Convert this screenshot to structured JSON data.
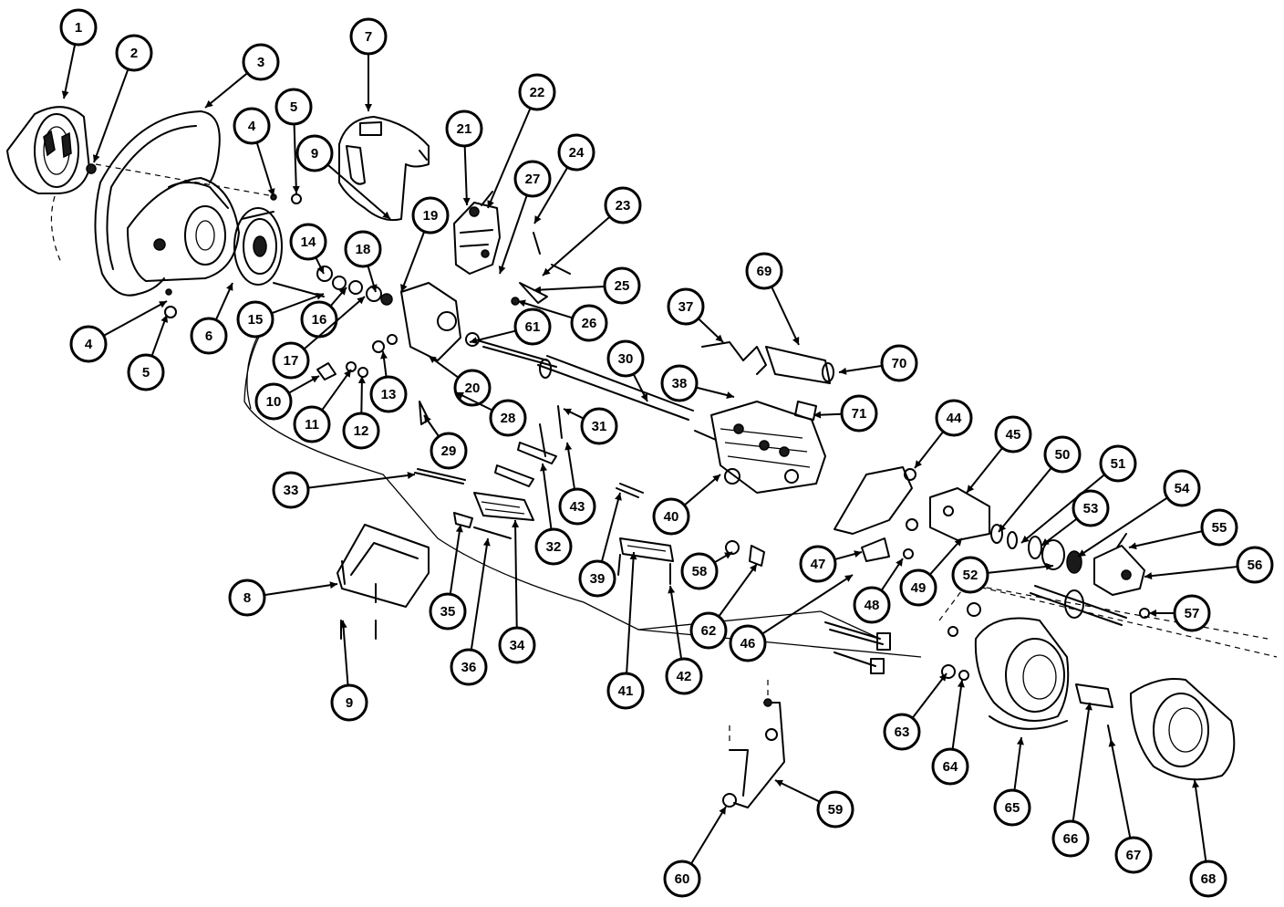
{
  "callouts": [
    {
      "label": "1"
    },
    {
      "label": "2"
    },
    {
      "label": "3"
    },
    {
      "label": "4"
    },
    {
      "label": "5"
    },
    {
      "label": "7"
    },
    {
      "label": "9"
    },
    {
      "label": "21"
    },
    {
      "label": "22"
    },
    {
      "label": "27"
    },
    {
      "label": "24"
    },
    {
      "label": "23"
    },
    {
      "label": "19"
    },
    {
      "label": "18"
    },
    {
      "label": "14"
    },
    {
      "label": "25"
    },
    {
      "label": "69"
    },
    {
      "label": "37"
    },
    {
      "label": "15"
    },
    {
      "label": "16"
    },
    {
      "label": "61"
    },
    {
      "label": "26"
    },
    {
      "label": "4"
    },
    {
      "label": "6"
    },
    {
      "label": "5"
    },
    {
      "label": "17"
    },
    {
      "label": "30"
    },
    {
      "label": "70"
    },
    {
      "label": "38"
    },
    {
      "label": "10"
    },
    {
      "label": "13"
    },
    {
      "label": "20"
    },
    {
      "label": "11"
    },
    {
      "label": "12"
    },
    {
      "label": "28"
    },
    {
      "label": "31"
    },
    {
      "label": "71"
    },
    {
      "label": "29"
    },
    {
      "label": "44"
    },
    {
      "label": "45"
    },
    {
      "label": "50"
    },
    {
      "label": "51"
    },
    {
      "label": "33"
    },
    {
      "label": "43"
    },
    {
      "label": "54"
    },
    {
      "label": "40"
    },
    {
      "label": "53"
    },
    {
      "label": "55"
    },
    {
      "label": "32"
    },
    {
      "label": "47"
    },
    {
      "label": "58"
    },
    {
      "label": "39"
    },
    {
      "label": "52"
    },
    {
      "label": "56"
    },
    {
      "label": "8"
    },
    {
      "label": "48"
    },
    {
      "label": "49"
    },
    {
      "label": "35"
    },
    {
      "label": "57"
    },
    {
      "label": "62"
    },
    {
      "label": "34"
    },
    {
      "label": "46"
    },
    {
      "label": "36"
    },
    {
      "label": "41"
    },
    {
      "label": "42"
    },
    {
      "label": "9"
    },
    {
      "label": "63"
    },
    {
      "label": "64"
    },
    {
      "label": "65"
    },
    {
      "label": "59"
    },
    {
      "label": "66"
    },
    {
      "label": "67"
    },
    {
      "label": "68"
    },
    {
      "label": "60"
    }
  ]
}
